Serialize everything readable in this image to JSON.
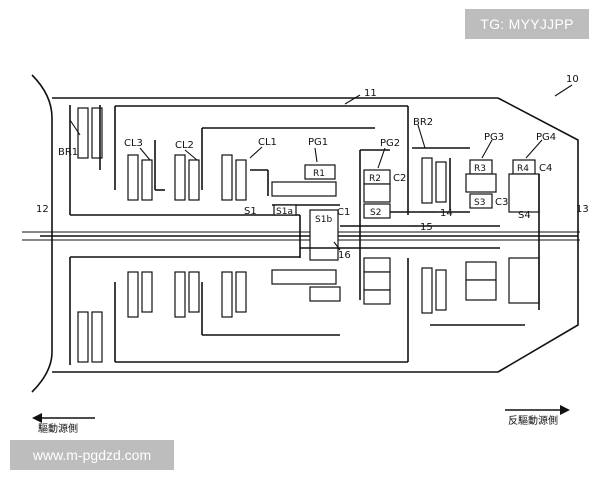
{
  "watermarks": {
    "top_right": "TG: MYYJJPP",
    "bottom_left": "www.m-pgdzd.com"
  },
  "labels": {
    "ref_10": "10",
    "ref_11": "11",
    "ref_12": "12",
    "ref_13": "13",
    "ref_14": "14",
    "ref_15": "15",
    "ref_16": "16",
    "BR1": "BR1",
    "BR2": "BR2",
    "CL1": "CL1",
    "CL2": "CL2",
    "CL3": "CL3",
    "PG1": "PG1",
    "PG2": "PG2",
    "PG3": "PG3",
    "PG4": "PG4",
    "R1": "R1",
    "R2": "R2",
    "R3": "R3",
    "R4": "R4",
    "S1": "S1",
    "S1a": "S1a",
    "S1b": "S1b",
    "S2": "S2",
    "S3": "S3",
    "S4": "S4",
    "C1": "C1",
    "C2": "C2",
    "C3": "C3",
    "C4": "C4"
  },
  "captions": {
    "left": "驅動源側",
    "right": "反驅動源側"
  }
}
